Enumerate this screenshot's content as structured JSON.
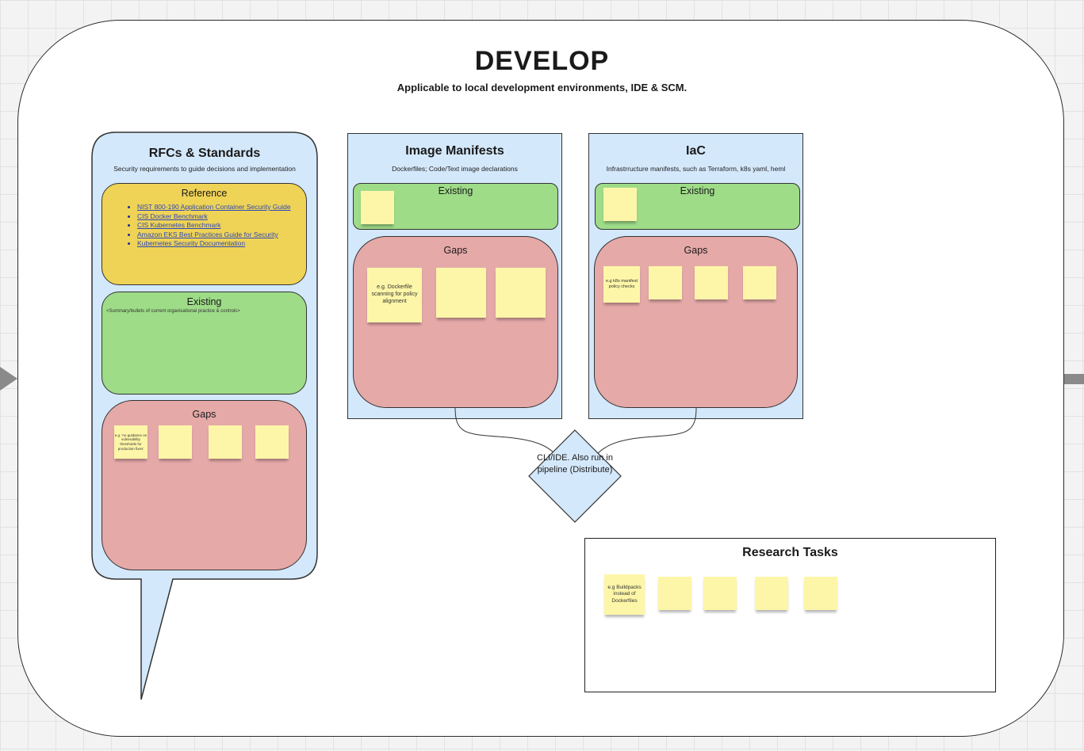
{
  "board": {
    "title": "DEVELOP",
    "subtitle": "Applicable to local development environments, IDE & SCM."
  },
  "rfcs": {
    "title": "RFCs & Standards",
    "description": "Security requirements to guide decisions and implementation",
    "reference": {
      "title": "Reference",
      "links": [
        "NIST 800-190 Application Container Security Guide",
        "CIS Docker Benchmark",
        "CIS Kubernetes Benchmark",
        "Amazon EKS Best Practices Guide for Security",
        "Kubernetes Security Documentation"
      ]
    },
    "existing": {
      "title": "Existing",
      "note": "<Summary/bullets of current organisational practice & controls>"
    },
    "gaps": {
      "title": "Gaps",
      "sticky_text": "e.g. 'no guidance on vulnerability thresholds for production fixes'"
    }
  },
  "image_manifests": {
    "title": "Image Manifests",
    "description": "Dockerfiles; Code/Text image declarations",
    "existing_title": "Existing",
    "gaps_title": "Gaps",
    "gap_sticky_text": "e.g. Dockerfile scanning for policy alignment"
  },
  "iac": {
    "title": "IaC",
    "description": "Infrastrructure manifests, such as Terraform, k8s yaml, heml",
    "existing_title": "Existing",
    "gaps_title": "Gaps",
    "gap_sticky_text": "e.g k8s manifest policy checks"
  },
  "decision": {
    "text": "CLI/IDE. Also run in pipeline (Distribute)"
  },
  "research": {
    "title": "Research Tasks",
    "sticky_text": "e.g Buildpacks instead of Dockerfiles"
  },
  "colors": {
    "panel": "#d4e8fb",
    "existing": "#9edc88",
    "gaps": "#e5a9a8",
    "reference": "#efd356",
    "sticky": "#fdf6a8"
  }
}
